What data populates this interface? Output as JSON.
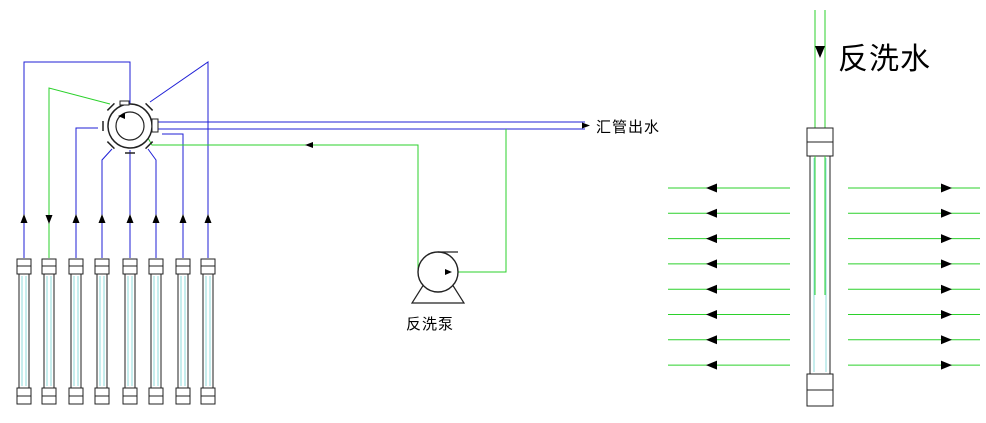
{
  "labels": {
    "collector_outlet": "汇管出水",
    "backwash_pump": "反洗泵",
    "backwash_water": "反洗水"
  },
  "colors": {
    "filtrate_line": "#1f1fd6",
    "backwash_line": "#2bd12b",
    "membrane_body": "#8fdede",
    "equipment": "#222222",
    "arrowhead": "#000000"
  },
  "membrane_modules_count": 8,
  "side_flow_arrows_per_side": 8
}
